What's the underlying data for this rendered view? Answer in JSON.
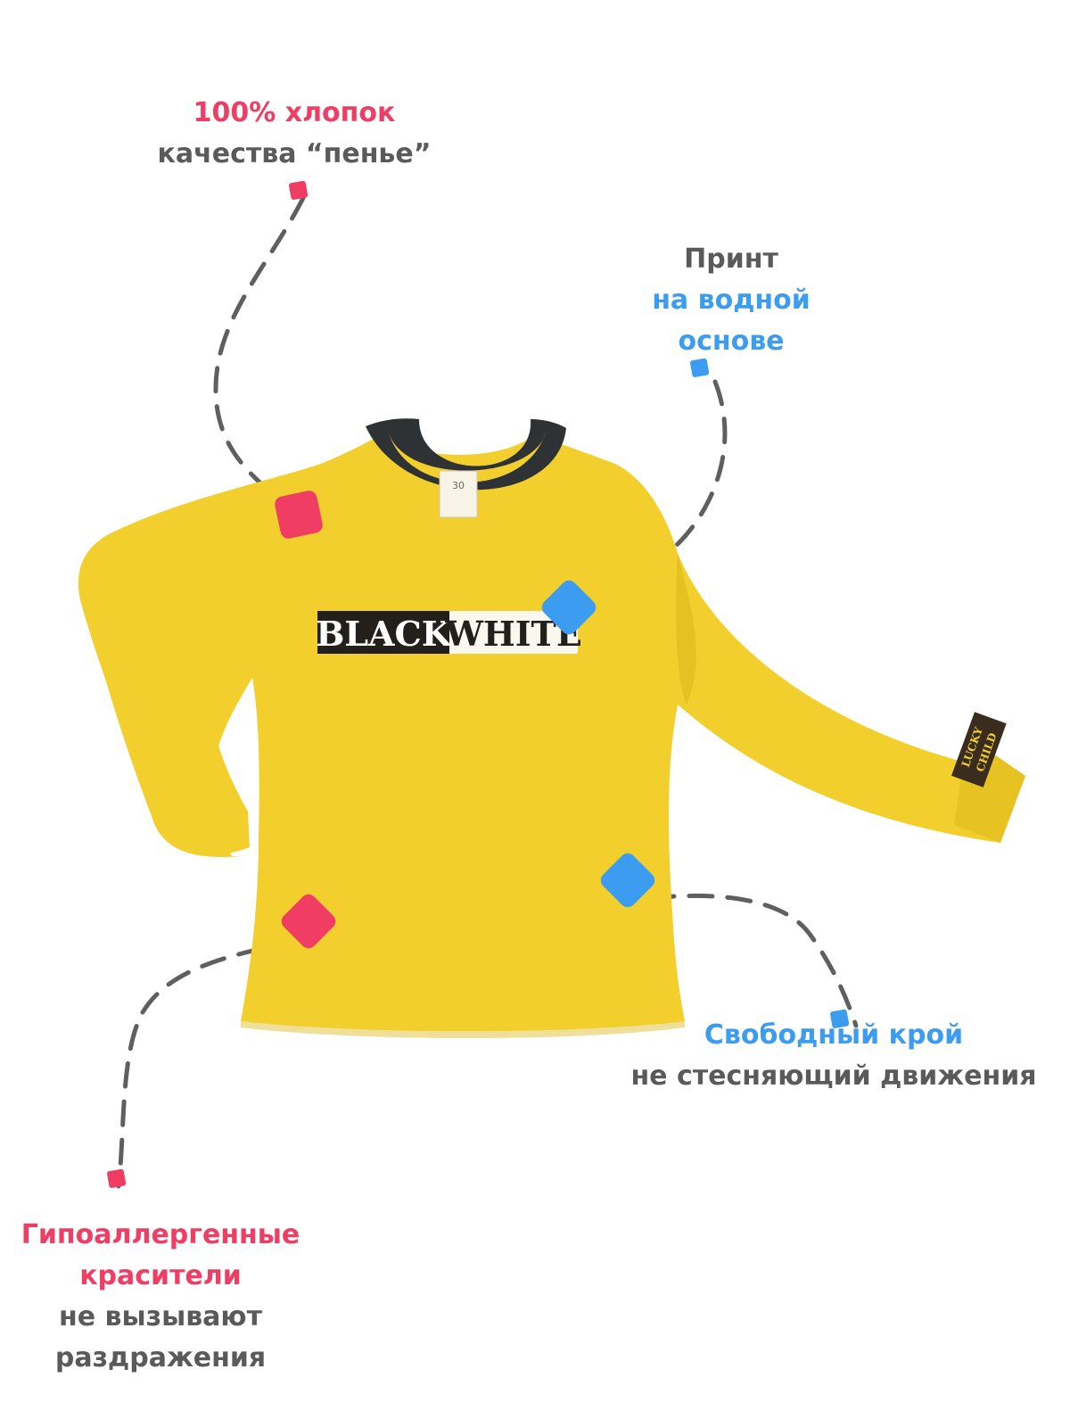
{
  "colors": {
    "accent_red": "#f03d63",
    "accent_blue": "#3c9cf0",
    "text_grey": "#5a5a5a",
    "shirt_yellow": "#f2cf2c",
    "shirt_shadow": "#dcb71c",
    "collar_dark": "#2e3235",
    "dash_grey": "#5f5f5f"
  },
  "product": {
    "print_black_word": "BLACK",
    "print_white_word": "WHITE",
    "neck_label_size": "30",
    "sleeve_tag_line1": "LUCKY",
    "sleeve_tag_line2": "CHILD"
  },
  "callouts": {
    "cotton": {
      "highlight": "100% хлопок",
      "description": "качества “пенье”"
    },
    "print": {
      "line1": "Принт",
      "highlight_line2": "на водной",
      "highlight_line3": "основе"
    },
    "fit": {
      "highlight": "Свободный крой",
      "description": "не стесняющий движения"
    },
    "dyes": {
      "highlight_line1": "Гипоаллергенные",
      "highlight_line2": "красители",
      "description_line1": "не вызывают",
      "description_line2": "раздражения"
    }
  }
}
